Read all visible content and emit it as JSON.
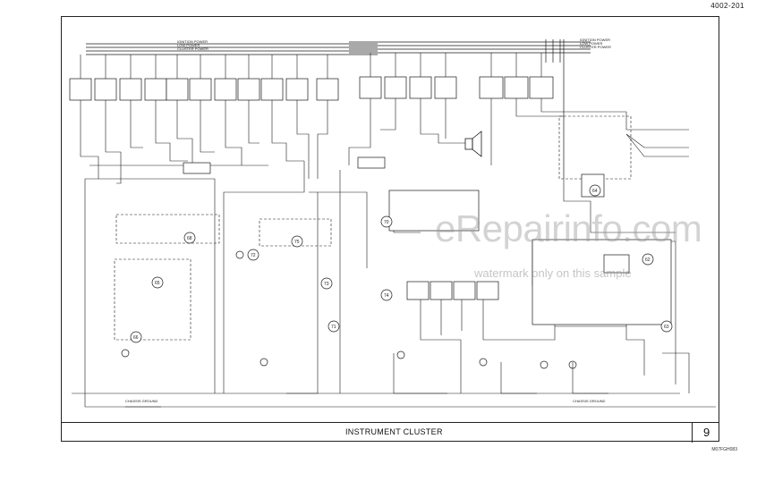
{
  "header": {
    "document_code": "4002-201"
  },
  "title_block": {
    "title": "INSTRUMENT CLUSTER",
    "page": "9"
  },
  "footer": {
    "drawing_id": "M07FGH083"
  },
  "watermark": {
    "primary": "eRepairinfo.com",
    "secondary": "watermark only on this sample"
  },
  "diagram": {
    "power_buses": [
      "IGNITION POWER",
      "LOW POWER",
      "CLUSTER POWER"
    ],
    "circles": [
      "68",
      "65",
      "66",
      "72",
      "73",
      "71",
      "74",
      "70",
      "64",
      "62",
      "63",
      "75"
    ],
    "ground_labels": [
      "CHASSIS GROUND",
      "CHASSIS GROUND"
    ]
  }
}
